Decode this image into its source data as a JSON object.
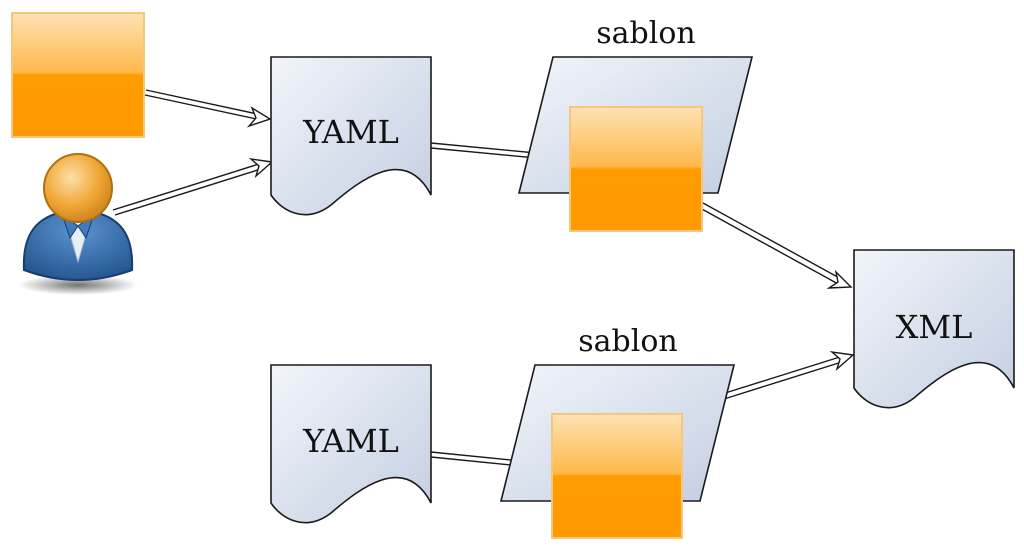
{
  "colors": {
    "doc_fill_light": "#eef2f8",
    "doc_fill_dark": "#c4d0e2",
    "box_top": "#fcd08c",
    "box_bottom": "#ff9a00",
    "box_border": "#f5c06a",
    "person_body": "#2f6fb0",
    "person_head": "#f2a52b",
    "stroke": "#1a1a1a"
  },
  "nodes": {
    "yaml_top": {
      "label": "YAML",
      "icon": "document-icon"
    },
    "yaml_bottom": {
      "label": "YAML",
      "icon": "document-icon"
    },
    "template_top": {
      "label": "sablon",
      "icon": "template-icon"
    },
    "template_bottom": {
      "label": "sablon",
      "icon": "template-icon"
    },
    "xml": {
      "label": "XML",
      "icon": "document-icon"
    },
    "user": {
      "icon": "user-icon"
    },
    "data_box": {
      "icon": "orange-box-icon"
    }
  },
  "edges": [
    {
      "from": "data_box",
      "to": "yaml_top"
    },
    {
      "from": "user",
      "to": "yaml_top"
    },
    {
      "from": "yaml_top",
      "to": "template_top"
    },
    {
      "from": "template_top",
      "to": "xml"
    },
    {
      "from": "yaml_bottom",
      "to": "template_bottom"
    },
    {
      "from": "template_bottom",
      "to": "xml"
    }
  ]
}
